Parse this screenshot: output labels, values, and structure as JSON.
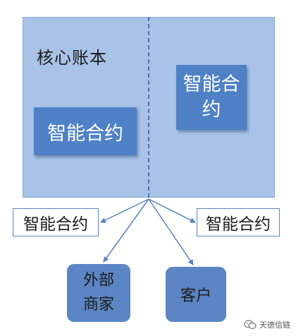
{
  "core_ledger": {
    "label": "核心账本",
    "contract_left": "智能合约",
    "contract_right": "智能合约"
  },
  "external_contracts": {
    "left": "智能合约",
    "right": "智能合约"
  },
  "parties": {
    "merchant": "外部商家",
    "customer": "客户"
  },
  "watermark": {
    "text": "天德信链",
    "icon": "wechat-icon"
  },
  "colors": {
    "ledger_fill": "#a9c3e8",
    "contract_fill": "#4f81c6",
    "party_fill": "#5b85c4",
    "line": "#5b82be"
  }
}
